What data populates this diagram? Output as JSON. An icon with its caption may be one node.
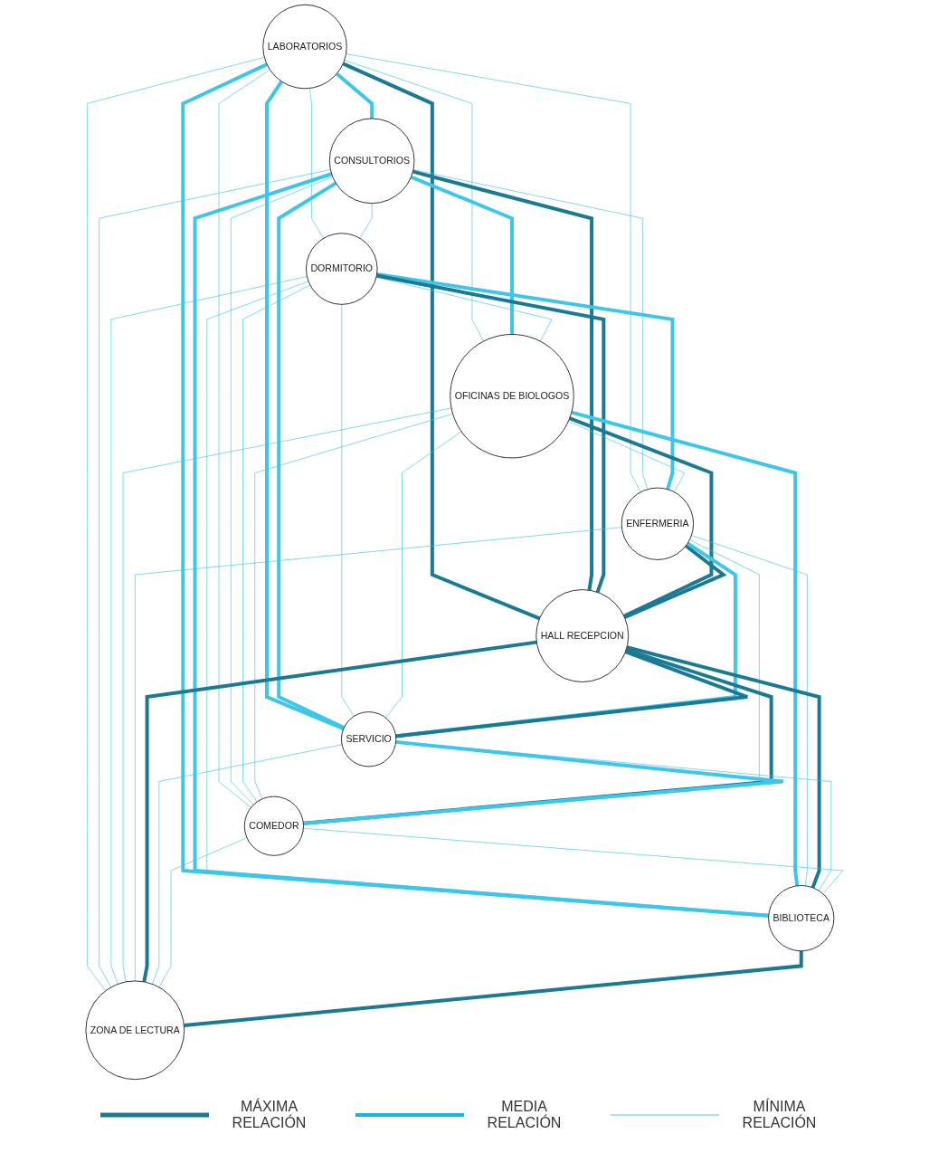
{
  "diagram": {
    "nodes": [
      {
        "text": [
          "LABORATORIOS"
        ]
      },
      {
        "text": [
          "CONSULTORIOS"
        ]
      },
      {
        "text": [
          "DORMITORIO"
        ]
      },
      {
        "text": [
          "OFICINAS DE BIOLOGOS"
        ]
      },
      {
        "text": [
          "ENFERMERIA"
        ]
      },
      {
        "text": [
          "HALL RECEPCION"
        ]
      },
      {
        "text": [
          "SERVICIO"
        ]
      },
      {
        "text": [
          "COMEDOR"
        ]
      },
      {
        "text": [
          "BIBLIOTECA"
        ]
      },
      {
        "text": [
          "ZONA DE LECTURA"
        ]
      }
    ],
    "edges": [
      {
        "from": 0,
        "to": 1,
        "arrow": "none",
        "style": "thick"
      },
      {
        "from": 0,
        "to": 2,
        "arrow": "none"
      },
      {
        "from": 0,
        "to": 3,
        "arrow": "none"
      },
      {
        "from": 0,
        "to": 4,
        "arrow": "none"
      },
      {
        "from": 0,
        "to": 5,
        "arrow": "none",
        "style": "thick",
        "color": "#1a7a94"
      },
      {
        "from": 0,
        "to": 6,
        "arrow": "none",
        "style": "thick"
      },
      {
        "from": 0,
        "to": 7,
        "arrow": "none"
      },
      {
        "from": 0,
        "to": 8,
        "arrow": "none",
        "style": "thick"
      },
      {
        "from": 0,
        "to": 9,
        "arrow": "none"
      },
      {
        "from": 1,
        "to": 2,
        "arrow": "none"
      },
      {
        "from": 1,
        "to": 3,
        "arrow": "none",
        "style": "thick"
      },
      {
        "from": 1,
        "to": 4,
        "arrow": "none"
      },
      {
        "from": 1,
        "to": 5,
        "arrow": "none",
        "style": "thick",
        "color": "#1a7a94"
      },
      {
        "from": 1,
        "to": 6,
        "arrow": "none",
        "style": "thick"
      },
      {
        "from": 1,
        "to": 7,
        "arrow": "none"
      },
      {
        "from": 1,
        "to": 8,
        "arrow": "none",
        "style": "thick"
      },
      {
        "from": 1,
        "to": 9,
        "arrow": "none"
      },
      {
        "from": 2,
        "to": 3,
        "arrow": "none"
      },
      {
        "from": 2,
        "to": 4,
        "arrow": "none",
        "style": "thick"
      },
      {
        "from": 2,
        "to": 5,
        "arrow": "none",
        "style": "thick",
        "color": "#1a7a94"
      },
      {
        "from": 2,
        "to": 6,
        "arrow": "none"
      },
      {
        "from": 2,
        "to": 7,
        "arrow": "none"
      },
      {
        "from": 2,
        "to": 8,
        "arrow": "none"
      },
      {
        "from": 2,
        "to": 9,
        "arrow": "none"
      },
      {
        "from": 3,
        "to": 4,
        "arrow": "none"
      },
      {
        "from": 3,
        "to": 5,
        "arrow": "none",
        "style": "thick",
        "color": "#1a7a94"
      },
      {
        "from": 3,
        "to": 6,
        "arrow": "none"
      },
      {
        "from": 3,
        "to": 7,
        "arrow": "none"
      },
      {
        "from": 3,
        "to": 8,
        "arrow": "none",
        "style": "thick"
      },
      {
        "from": 3,
        "to": 9,
        "arrow": "none"
      },
      {
        "from": 4,
        "to": 5,
        "arrow": "none",
        "style": "thick",
        "color": "#1a7a94"
      },
      {
        "from": 4,
        "to": 6,
        "arrow": "none",
        "style": "thick"
      },
      {
        "from": 4,
        "to": 7,
        "arrow": "none"
      },
      {
        "from": 4,
        "to": 8,
        "arrow": "none"
      },
      {
        "from": 4,
        "to": 9,
        "arrow": "none"
      },
      {
        "from": 5,
        "to": 6,
        "arrow": "none",
        "style": "thick",
        "color": "#1a7a94"
      },
      {
        "from": 5,
        "to": 7,
        "arrow": "none",
        "style": "thick",
        "color": "#1a7a94"
      },
      {
        "from": 5,
        "to": 8,
        "arrow": "none",
        "style": "thick",
        "color": "#1a7a94"
      },
      {
        "from": 5,
        "to": 9,
        "arrow": "none",
        "style": "thick",
        "color": "#1a7a94"
      },
      {
        "from": 6,
        "to": 7,
        "arrow": "none",
        "style": "thick"
      },
      {
        "from": 6,
        "to": 8,
        "arrow": "none"
      },
      {
        "from": 6,
        "to": 9,
        "arrow": "none"
      },
      {
        "from": 7,
        "to": 8,
        "arrow": "none"
      },
      {
        "from": 7,
        "to": 9,
        "arrow": "none"
      },
      {
        "from": 8,
        "to": 9,
        "arrow": "none",
        "style": "thick",
        "color": "#1a7a94"
      }
    ],
    "legend": [
      {
        "text": "MÁXIMA RELACIÓN"
      },
      {
        "text": "MEDIA RELACIÓN"
      },
      {
        "text": "MÍNIMA RELACIÓN"
      }
    ]
  }
}
